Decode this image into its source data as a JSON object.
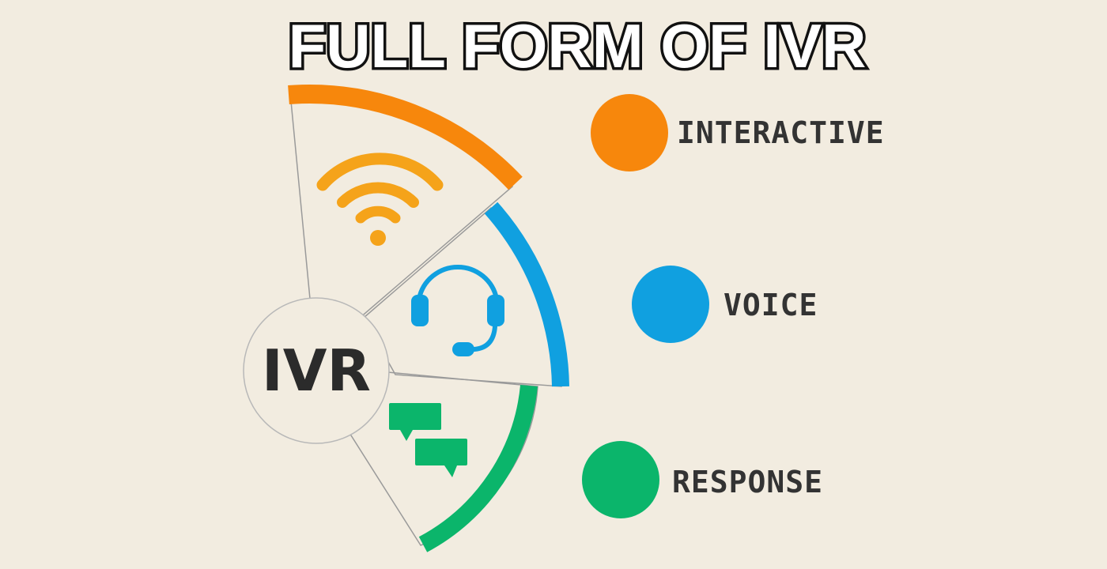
{
  "title": "FULL FORM OF IVR",
  "hub": {
    "label": "IVR"
  },
  "legend": [
    {
      "label": "INTERACTIVE",
      "color": "#f7870c",
      "icon": "wifi-icon"
    },
    {
      "label": "VOICE",
      "color": "#10a0e0",
      "icon": "headset-icon"
    },
    {
      "label": "RESPONSE",
      "color": "#0bb56b",
      "icon": "chat-bubbles-icon"
    }
  ]
}
